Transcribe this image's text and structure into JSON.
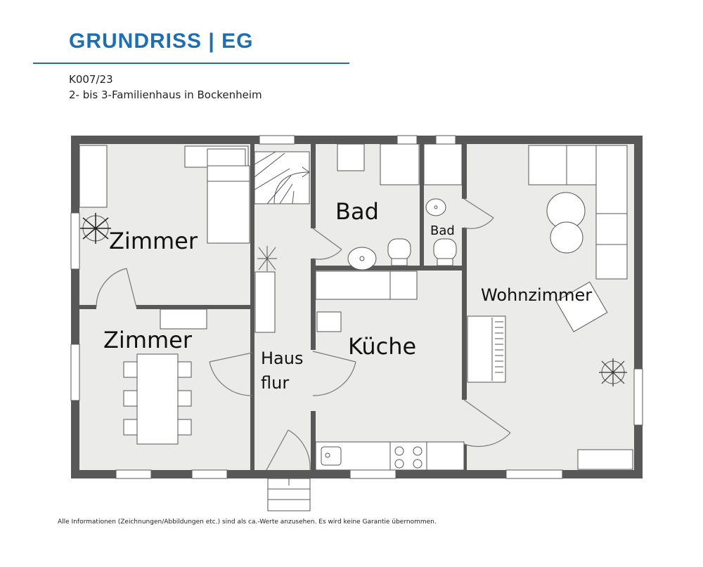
{
  "header": {
    "title": "GRUNDRISS | EG",
    "code": "K007/23",
    "description": "2- bis 3-Familienhaus in Bockenheim"
  },
  "rooms": {
    "zimmer_top": "Zimmer",
    "zimmer_bottom": "Zimmer",
    "hausflur_line1": "Haus",
    "hausflur_line2": "flur",
    "bad_large": "Bad",
    "bad_small": "Bad",
    "kueche": "Küche",
    "wohnzimmer": "Wohnzimmer"
  },
  "footer": {
    "disclaimer": "Alle Informationen (Zeichnungen/Abbildungen etc.) sind als ca.-Werte anzusehen. Es wird keine Garantie übernommen."
  },
  "colors": {
    "wall": "#585858",
    "floor": "#ebebea",
    "title": "#1f6fb0"
  }
}
